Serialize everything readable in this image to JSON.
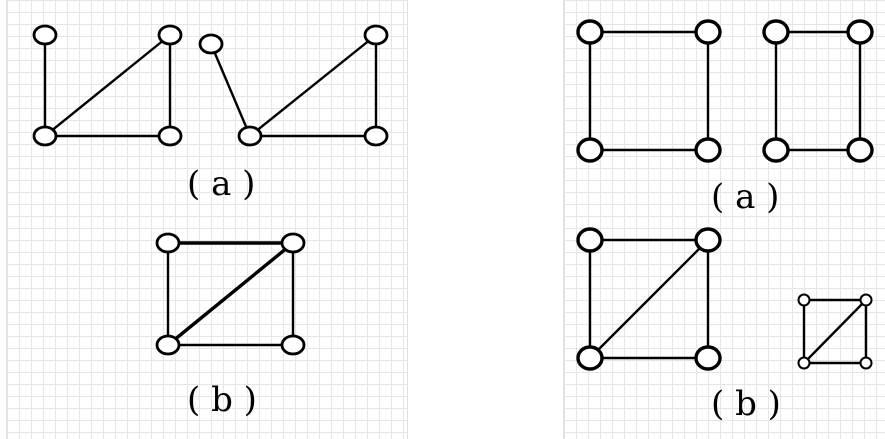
{
  "left_panel": {
    "label_a": "( a )",
    "label_b": "( b )"
  },
  "right_panel": {
    "label_a": "( a )",
    "label_b": "( b )"
  }
}
